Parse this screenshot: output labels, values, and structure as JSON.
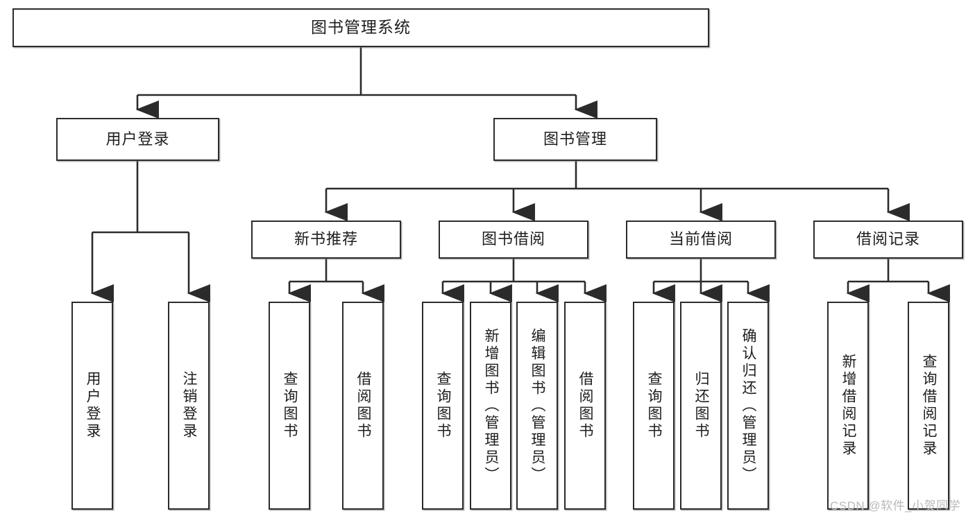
{
  "diagram": {
    "title": "图书管理系统",
    "watermark": "CSDN @软件_小贺同学",
    "colors": {
      "box_border": "#2b2b2b",
      "box_fill": "#ffffff",
      "edge": "#2b2b2b",
      "text": "#1d1d1d",
      "watermark": "#b9b9b9"
    },
    "nodes": {
      "root": "图书管理系统",
      "user_login": "用户登录",
      "book_manage": "图书管理",
      "new_book_rec": "新书推荐",
      "book_borrow": "图书借阅",
      "current_borrow": "当前借阅",
      "borrow_record": "借阅记录",
      "leaf_user_login": "用户登录",
      "leaf_logout": "注销登录",
      "leaf_query_book_1": "查询图书",
      "leaf_borrow_book_1": "借阅图书",
      "leaf_query_book_2": "查询图书",
      "leaf_add_book_admin": "新增图书（管理员）",
      "leaf_edit_book_admin": "编辑图书（管理员）",
      "leaf_borrow_book_2": "借阅图书",
      "leaf_query_book_3": "查询图书",
      "leaf_return_book": "归还图书",
      "leaf_confirm_return_admin": "确认归还（管理员）",
      "leaf_add_record": "新增借阅记录",
      "leaf_query_record": "查询借阅记录"
    }
  }
}
